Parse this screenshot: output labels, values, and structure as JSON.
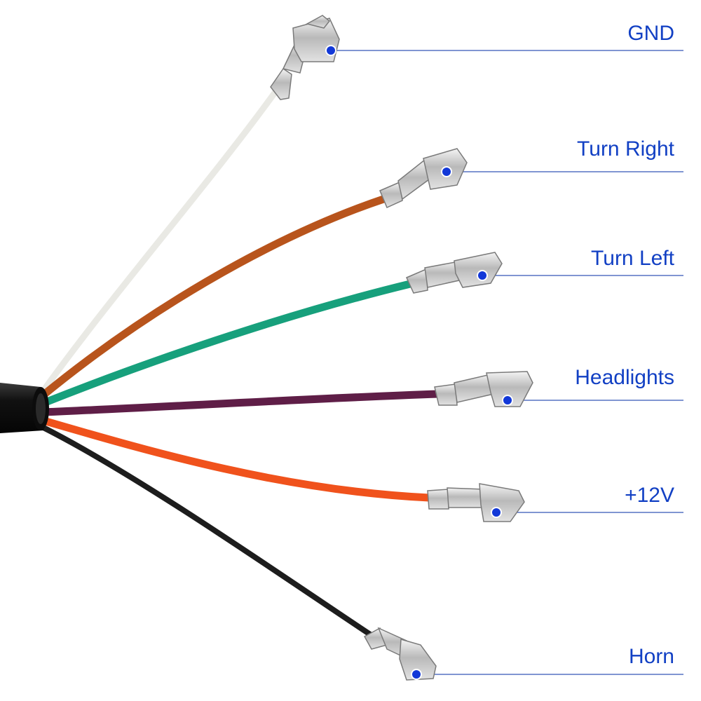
{
  "accent_color": "#1240c4",
  "labels": {
    "gnd": "GND",
    "turn_right": "Turn Right",
    "turn_left": "Turn Left",
    "headlights": "Headlights",
    "plus12v": "+12V",
    "horn": "Horn"
  },
  "wire_colors": {
    "white": "#e9e9e4",
    "brown": "#b8541c",
    "green": "#17a07c",
    "purple": "#5f1e47",
    "orange": "#f0521c",
    "black": "#1d1d1d"
  }
}
